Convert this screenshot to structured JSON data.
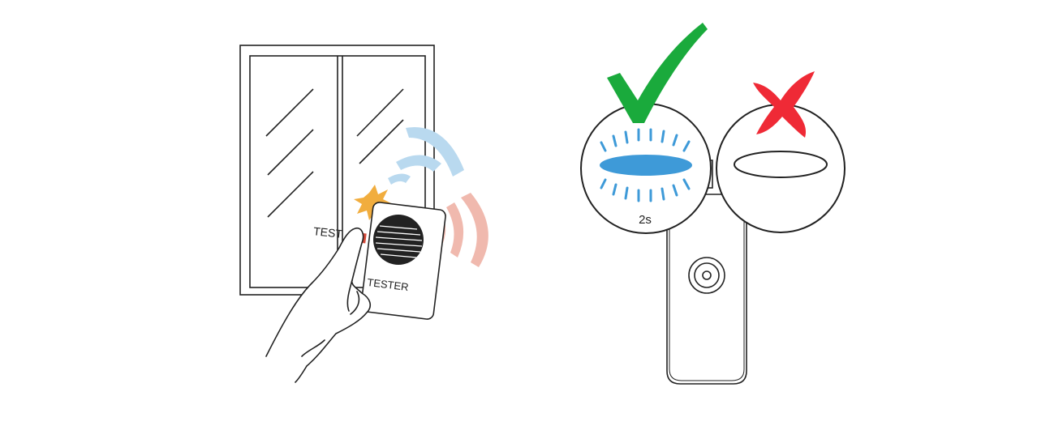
{
  "left_panel": {
    "test_label": "TEST",
    "tester_label": "TESTER",
    "icons": [
      "window-icon",
      "hand-icon",
      "tester-device-icon",
      "press-burst-icon",
      "signal-waves-icon"
    ]
  },
  "right_panel": {
    "duration_label": "2s",
    "icons": [
      "check-mark-icon",
      "cross-mark-icon",
      "remote-device-icon",
      "led-on-icon",
      "led-off-icon"
    ]
  },
  "colors": {
    "line": "#222222",
    "check": "#1aaa3c",
    "cross": "#ef2a36",
    "led_on": "#3e9ad8",
    "wave_blue": "#b9d9ef",
    "wave_red": "#f0b9ae",
    "burst": "#f1ad3e",
    "tester_button": "#d64a3a"
  }
}
